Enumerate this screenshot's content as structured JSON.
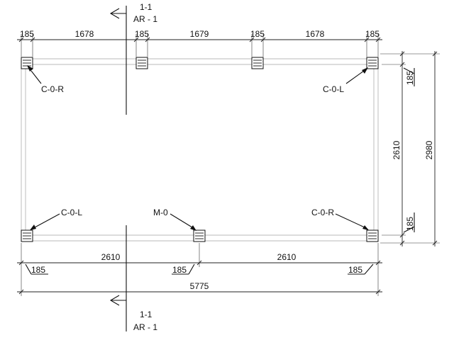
{
  "section_marks": {
    "top": {
      "number": "1-1",
      "sheet": "AR - 1"
    },
    "bottom": {
      "number": "1-1",
      "sheet": "AR - 1"
    }
  },
  "top_dimensions": [
    "185",
    "1678",
    "185",
    "1679",
    "185",
    "1678",
    "185"
  ],
  "bottom_dimensions": {
    "spans": [
      "2610",
      "2610"
    ],
    "column_sizes": [
      "185",
      "185",
      "185"
    ],
    "overall": "5775"
  },
  "right_dimensions": {
    "top_column": "185",
    "span": "2610",
    "bottom_column": "185",
    "overall": "2980"
  },
  "column_tags": {
    "top_left": "C-0-R",
    "top_right": "C-0-L",
    "bottom_left": "C-0-L",
    "bottom_middle": "M-0",
    "bottom_right": "C-0-R"
  }
}
